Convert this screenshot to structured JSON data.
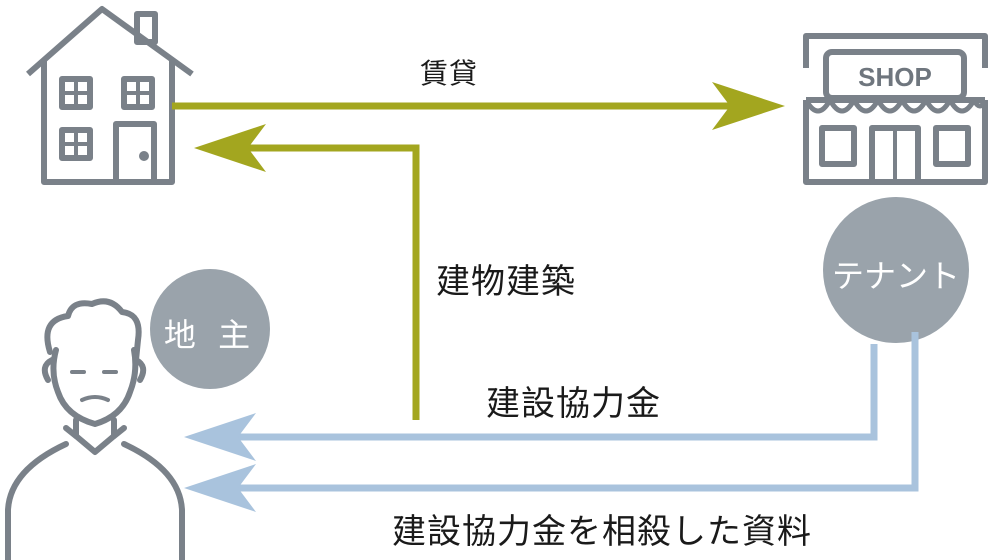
{
  "labels": {
    "rent": "賃貸",
    "building_construction": "建物建築",
    "construction_cooperation_fund": "建設協力金",
    "offset_rent": "建設協力金を相殺した資料",
    "landowner": "地 主",
    "tenant": "テナント",
    "shop_sign": "SHOP"
  },
  "colors": {
    "olive_arrow": "#a3a61f",
    "blue_arrow": "#a9c3dd",
    "icon_stroke": "#7a8189",
    "circle_fill": "#9aa3ab",
    "text": "#1a1a1a"
  },
  "icons": {
    "house": "house-icon",
    "shop": "shop-icon",
    "person": "elderly-man-icon"
  }
}
